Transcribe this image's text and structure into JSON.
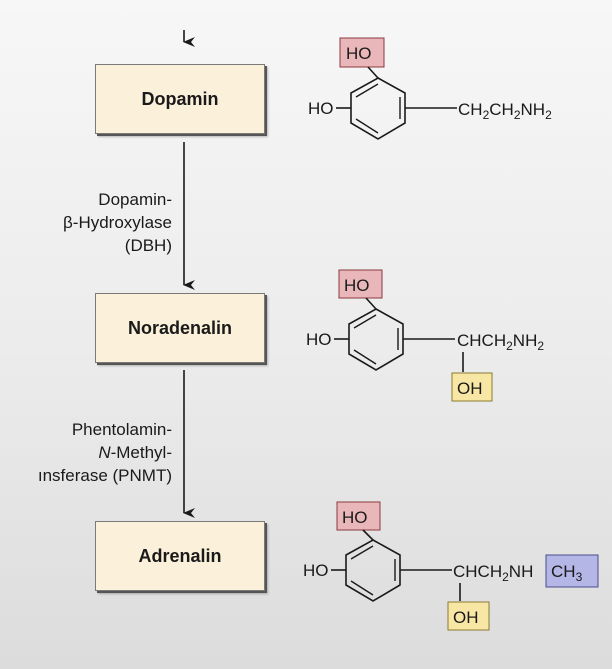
{
  "boxes": {
    "dopamine": "Dopamin",
    "noradrenaline": "Noradenalin",
    "adrenaline": "Adrenalin"
  },
  "enzyme1": {
    "line1": "Dopamin-",
    "line2": "β-Hydroxylase",
    "line3": "(DBH)"
  },
  "enzyme2": {
    "line1": "Phentolamin-",
    "line2_italic": "N",
    "line2_rest": "-Methyl-",
    "line3": "ınsferase (PNMT)"
  },
  "structures": {
    "dopamine": {
      "ho_top": "HO",
      "ho_left": "HO",
      "chain": [
        "CH",
        "2",
        "CH",
        "2",
        "NH",
        "2"
      ]
    },
    "noradrenaline": {
      "ho_top": "HO",
      "ho_left": "HO",
      "chain": [
        "CHCH",
        "2",
        "NH",
        "2"
      ],
      "oh": "OH"
    },
    "adrenaline": {
      "ho_top": "HO",
      "ho_left": "HO",
      "chain_a": [
        "CHCH",
        "2",
        "NH"
      ],
      "chain_b": [
        "CH",
        "3"
      ],
      "oh": "OH"
    }
  },
  "colors": {
    "box_fill": "#fbf1da",
    "ho_highlight": "#e9b6b9",
    "oh_highlight": "#f8e6a4",
    "methyl_highlight": "#b4b6e6"
  }
}
